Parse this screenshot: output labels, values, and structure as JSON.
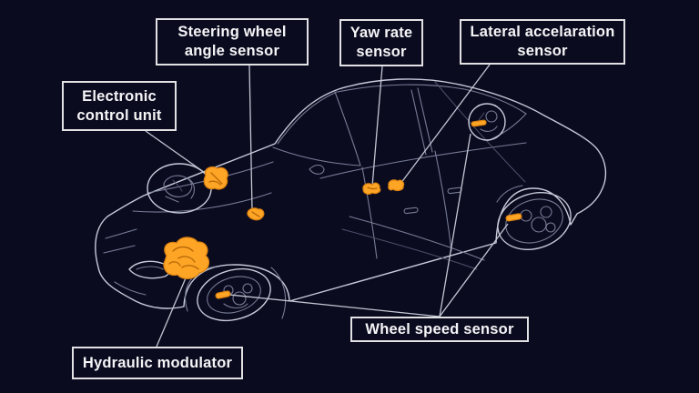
{
  "diagram": {
    "type": "car-sensor-wireframe-diagram",
    "labels": {
      "steering": {
        "text": "Steering wheel angle sensor"
      },
      "yaw": {
        "text": "Yaw rate sensor"
      },
      "lateral": {
        "text": "Lateral accelaration sensor"
      },
      "ecu": {
        "text": "Electronic control unit"
      },
      "hydraulic": {
        "text": "Hydraulic modulator"
      },
      "wheel_speed": {
        "text": "Wheel speed sensor"
      }
    },
    "components": [
      "electronic-control-unit",
      "steering-wheel-angle-sensor",
      "yaw-rate-sensor",
      "lateral-acceleration-sensor",
      "hydraulic-modulator",
      "front-wheel-speed-sensor",
      "rear-wheel-speed-sensor",
      "wheel-speed-sensor-detail"
    ],
    "colors": {
      "background": "#0b0b20",
      "car_line": "#c6cbd9",
      "component_highlight": "#ffa526",
      "label_border": "#e2e2e4",
      "label_text": "#f5f5f7",
      "leader_line": "#c2c7d2"
    }
  }
}
